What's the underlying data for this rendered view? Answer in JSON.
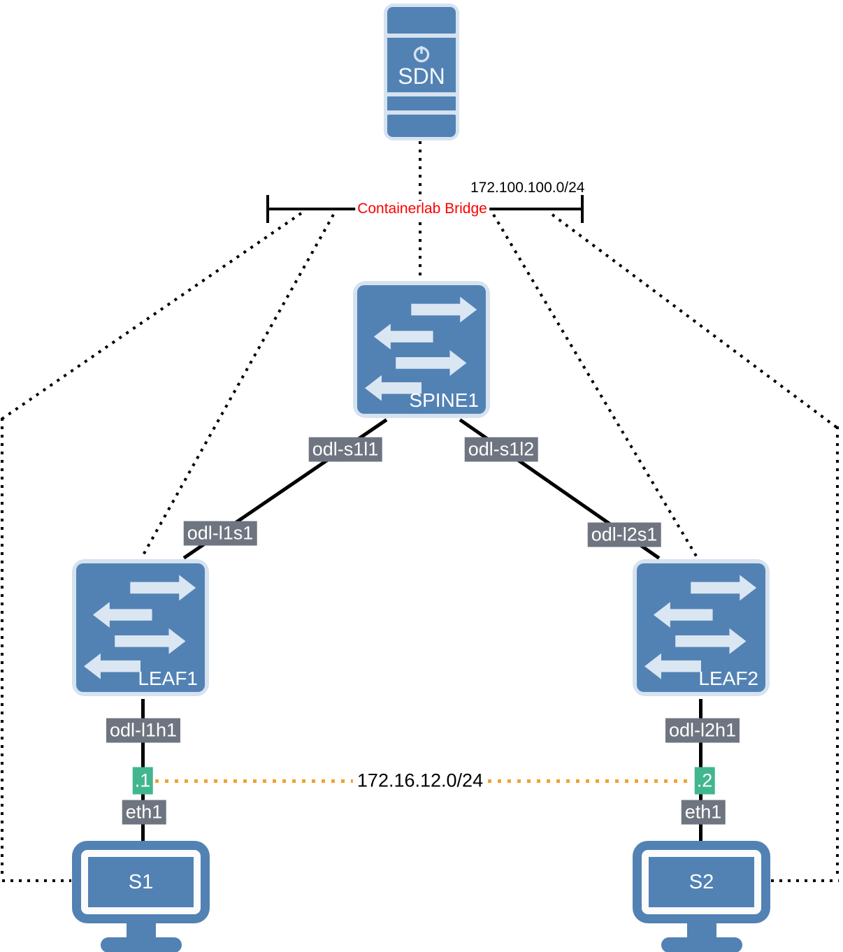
{
  "colors": {
    "node_fill": "#5282b4",
    "node_border": "#d6e2f0",
    "arrow_glyph": "#dbe6f3",
    "port_label_bg": "#6e7580",
    "port_label_text": "#ffffff",
    "ip_badge_bg": "#42b68f",
    "host_subnet_line": "#f0a232",
    "bridge_label_text": "#ff0000",
    "link_line": "#000000"
  },
  "controller": {
    "label": "SDN",
    "icon": "server-icon"
  },
  "bridge": {
    "label": "Containerlab Bridge",
    "subnet": "172.100.100.0/24"
  },
  "nodes": {
    "spine1": {
      "label": "SPINE1",
      "icon": "l2-switch-icon"
    },
    "leaf1": {
      "label": "LEAF1",
      "icon": "l2-switch-icon"
    },
    "leaf2": {
      "label": "LEAF2",
      "icon": "l2-switch-icon"
    },
    "s1": {
      "label": "S1",
      "icon": "host-monitor-icon"
    },
    "s2": {
      "label": "S2",
      "icon": "host-monitor-icon"
    }
  },
  "links": {
    "spine1_leaf1": {
      "spine_port": "odl-s1l1",
      "leaf_port": "odl-l1s1"
    },
    "spine1_leaf2": {
      "spine_port": "odl-s1l2",
      "leaf_port": "odl-l2s1"
    },
    "leaf1_s1": {
      "leaf_port": "odl-l1h1",
      "host_port": "eth1",
      "host_ip": ".1"
    },
    "leaf2_s2": {
      "leaf_port": "odl-l2h1",
      "host_port": "eth1",
      "host_ip": ".2"
    }
  },
  "host_subnet": "172.16.12.0/24"
}
